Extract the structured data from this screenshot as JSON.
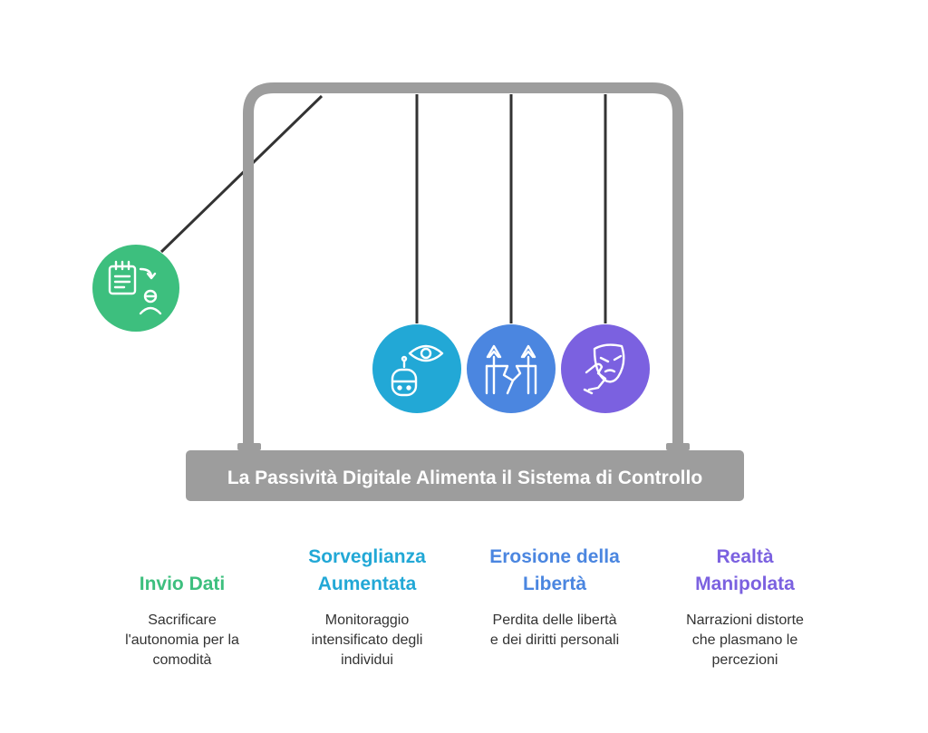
{
  "diagram": {
    "title": "La Passività Digitale Alimenta il Sistema di Controllo",
    "colors": {
      "frame": "#9d9d9d",
      "base": "#9d9d9d",
      "base_text": "#ffffff",
      "string": "#333333"
    },
    "items": [
      {
        "title_lines": [
          "Invio Dati"
        ],
        "description_lines": [
          "Sacrificare",
          "l'autonomia per la",
          "comodità"
        ],
        "color": "#3dbf7e",
        "icon": "data-transfer-icon"
      },
      {
        "title_lines": [
          "Sorveglianza",
          "Aumentata"
        ],
        "description_lines": [
          "Monitoraggio",
          "intensificato degli",
          "individui"
        ],
        "color": "#22a8d6",
        "icon": "surveillance-eye-robot-icon"
      },
      {
        "title_lines": [
          "Erosione della",
          "Libertà"
        ],
        "description_lines": [
          "Perdita delle libertà",
          "e dei diritti personali"
        ],
        "color": "#4b86e0",
        "icon": "broken-freedom-icon"
      },
      {
        "title_lines": [
          "Realtà",
          "Manipolata"
        ],
        "description_lines": [
          "Narrazioni distorte",
          "che plasmano le",
          "percezioni"
        ],
        "color": "#7b61e0",
        "icon": "mask-icon"
      }
    ]
  }
}
